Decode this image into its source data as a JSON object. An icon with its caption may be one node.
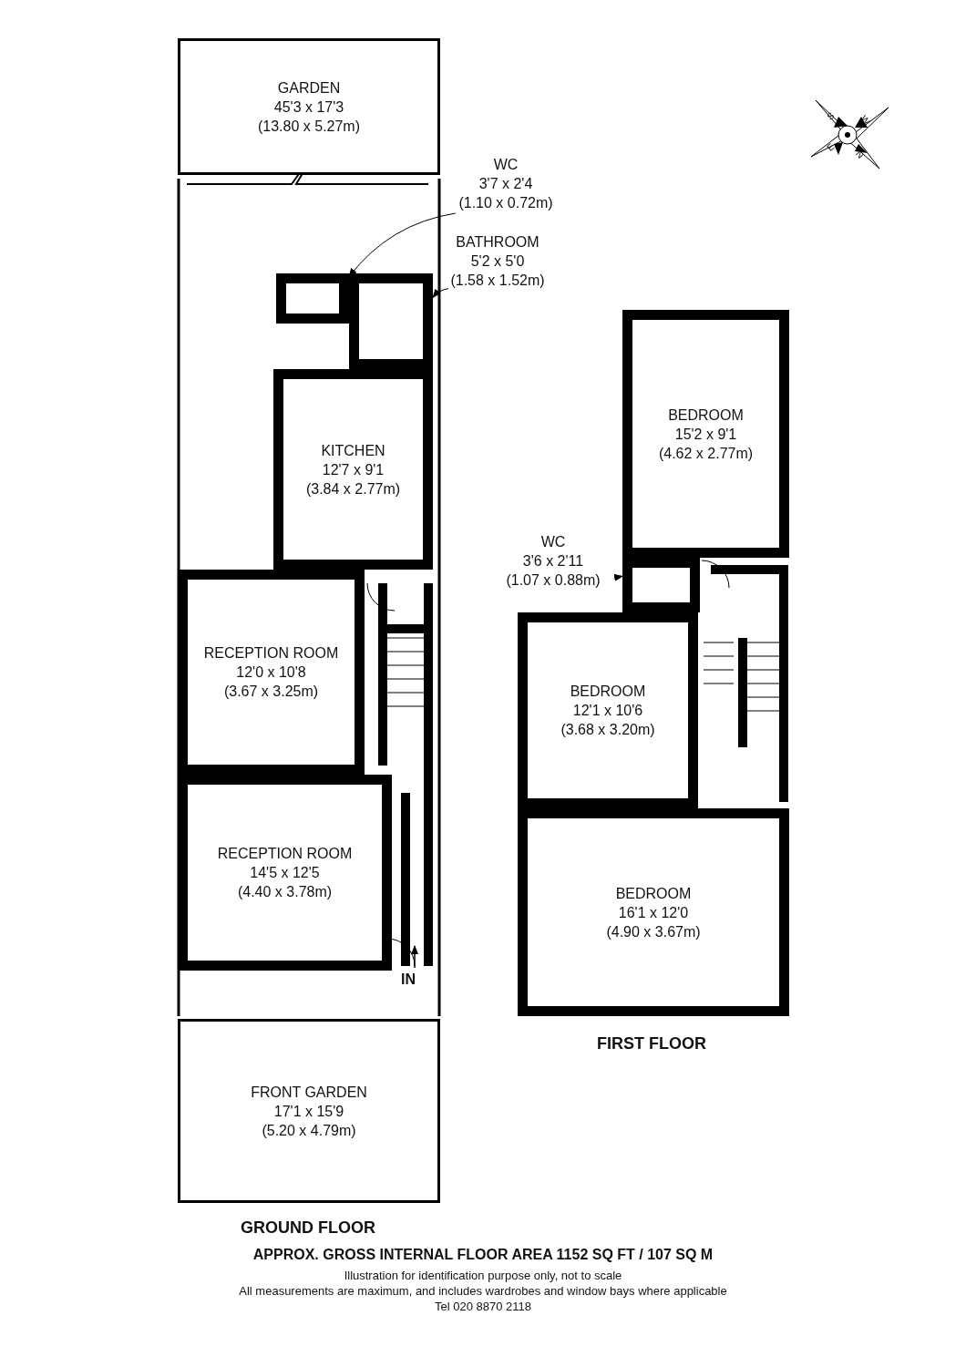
{
  "diagram": {
    "title": "APPROX. GROSS INTERNAL FLOOR AREA 1152 SQ FT / 107 SQ M",
    "nodes": [
      {
        "text": [
          "GARDEN",
          "45'3 x 17'3",
          "(13.80 x 5.27m)"
        ]
      },
      {
        "text": [
          "WC",
          "3'7 x 2'4",
          "(1.10 x 0.72m)"
        ]
      },
      {
        "text": [],
        "shape": "box"
      },
      {
        "text": [
          "BATHROOM",
          "5'2 x 5'0",
          "(1.58 x 1.52m)"
        ]
      },
      {
        "text": [],
        "shape": "box"
      },
      {
        "text": [
          "KITCHEN",
          "12'7 x 9'1",
          "(3.84 x 2.77m)"
        ]
      },
      {
        "text": [
          "RECEPTION ROOM",
          "12'0 x 10'8",
          "(3.67 x 3.25m)"
        ]
      },
      {
        "text": [
          "RECEPTION ROOM",
          "14'5 x 12'5",
          "(4.40 x 3.78m)"
        ]
      },
      {
        "text": [
          "FRONT GARDEN",
          "17'1 x 15'9",
          "(5.20 x 4.79m)"
        ]
      },
      {
        "text": [
          "BEDROOM",
          "15'2 x 9'1",
          "(4.62 x 2.77m)"
        ]
      },
      {
        "text": [
          "WC",
          "3'6 x 2'11",
          "(1.07 x 0.88m)"
        ]
      },
      {
        "text": [],
        "shape": "box"
      },
      {
        "text": [
          "BEDROOM",
          "12'1 x 10'6",
          "(3.68 x 3.20m)"
        ]
      },
      {
        "text": [
          "BEDROOM",
          "16'1 x 12'0",
          "(4.90 x 3.67m)"
        ]
      }
    ],
    "edges": [
      {
        "from": 1,
        "to": 2,
        "arrow": "to"
      },
      {
        "from": 3,
        "to": 4,
        "arrow": "to"
      },
      {
        "from": 10,
        "to": 11,
        "arrow": "to"
      }
    ],
    "labels": [
      "S",
      "W",
      "E",
      "N",
      "IN",
      "FIRST FLOOR",
      "GROUND FLOOR",
      "Illustration for identification purpose only, not to scale",
      "All measurements are maximum, and includes wardrobes and window bays where applicable",
      "Tel 020 8870 2118"
    ]
  }
}
